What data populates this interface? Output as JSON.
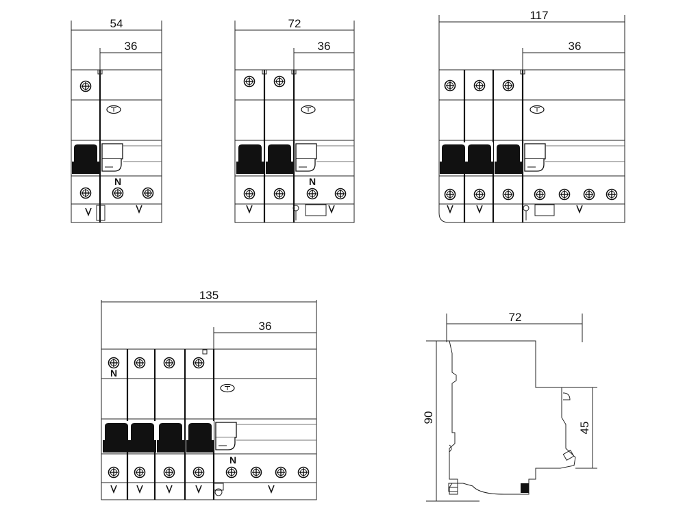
{
  "colors": {
    "line": "#222222",
    "fill": "#111111",
    "background": "#ffffff"
  },
  "icons": [
    "terminal-screw-icon",
    "test-button-icon"
  ],
  "views": {
    "v54": {
      "width_label": "54",
      "module_label": "36",
      "neutral_label": "N"
    },
    "v72": {
      "width_label": "72",
      "module_label": "36",
      "neutral_label": "N"
    },
    "v117": {
      "width_label": "117",
      "module_label": "36"
    },
    "v135": {
      "width_label": "135",
      "module_label": "36",
      "neutral_top_label": "N",
      "neutral_bottom_label": "N"
    },
    "side": {
      "depth_label": "72",
      "height_label": "90",
      "front_label": "45"
    }
  }
}
